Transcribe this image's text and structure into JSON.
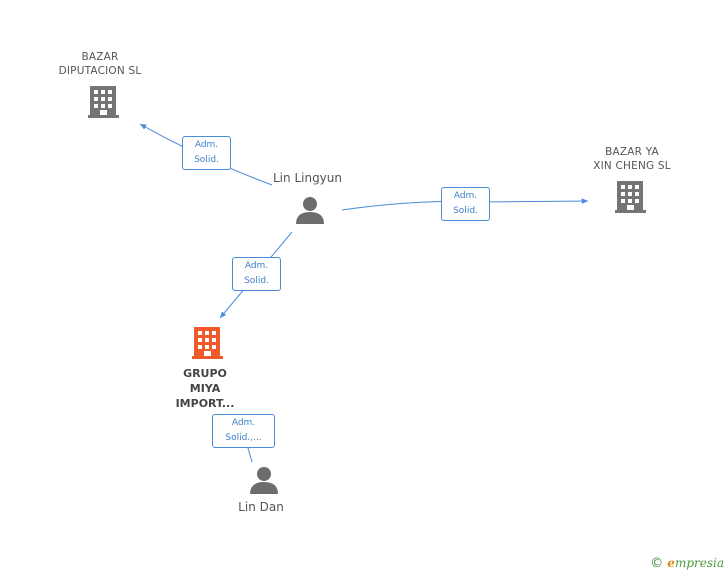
{
  "colors": {
    "edge": "#4a8cd9",
    "building_gray": "#757575",
    "building_focus": "#f15a2b",
    "person": "#6d6d6d"
  },
  "nodes": {
    "bazar_diputacion": {
      "line1": "BAZAR",
      "line2": "DIPUTACION SL",
      "icon": "building-icon"
    },
    "bazar_ya": {
      "line1": "BAZAR YA",
      "line2": "XIN CHENG  SL",
      "icon": "building-icon"
    },
    "lin_lingyun": {
      "name": "Lin Lingyun",
      "icon": "person-icon"
    },
    "grupo_miya": {
      "line1": "GRUPO",
      "line2": "MIYA",
      "line3": "IMPORT...",
      "icon": "building-icon"
    },
    "lin_dan": {
      "name": "Lin Dan",
      "icon": "person-icon"
    }
  },
  "edges": [
    {
      "line1": "Adm.",
      "line2": "Solid."
    },
    {
      "line1": "Adm.",
      "line2": "Solid."
    },
    {
      "line1": "Adm.",
      "line2": "Solid."
    },
    {
      "line1": "Adm.",
      "line2": "Solid.,..."
    }
  ],
  "footer": {
    "copyright": "©",
    "brand_e": "e",
    "brand_rest": "mpresia"
  }
}
